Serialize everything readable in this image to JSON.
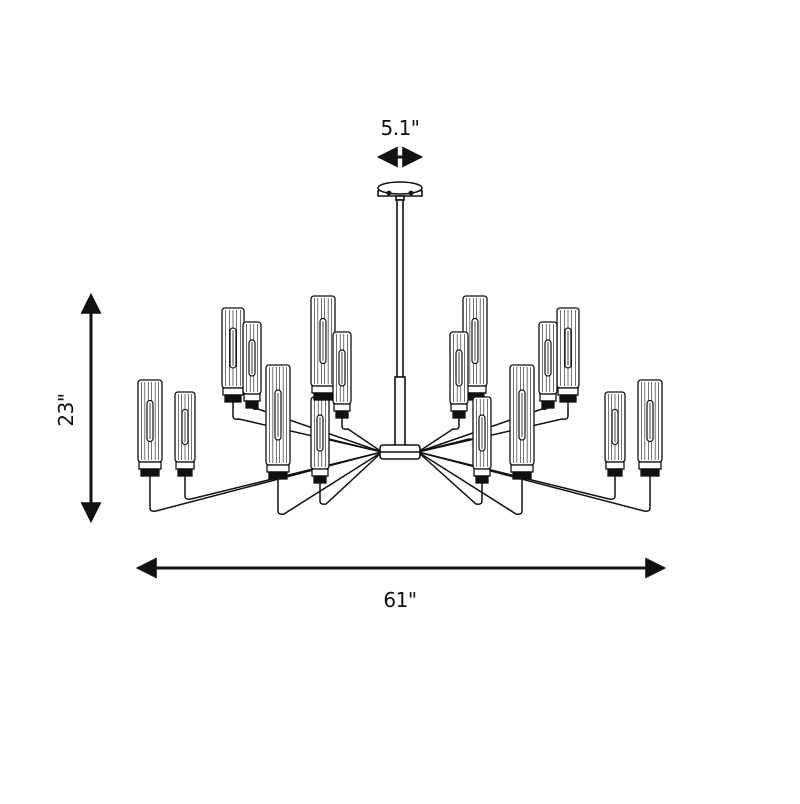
{
  "dimensions": {
    "canopy_width": "5.1\"",
    "height": "23\"",
    "width": "61\""
  },
  "colors": {
    "line": "#111111",
    "background": "#ffffff"
  }
}
